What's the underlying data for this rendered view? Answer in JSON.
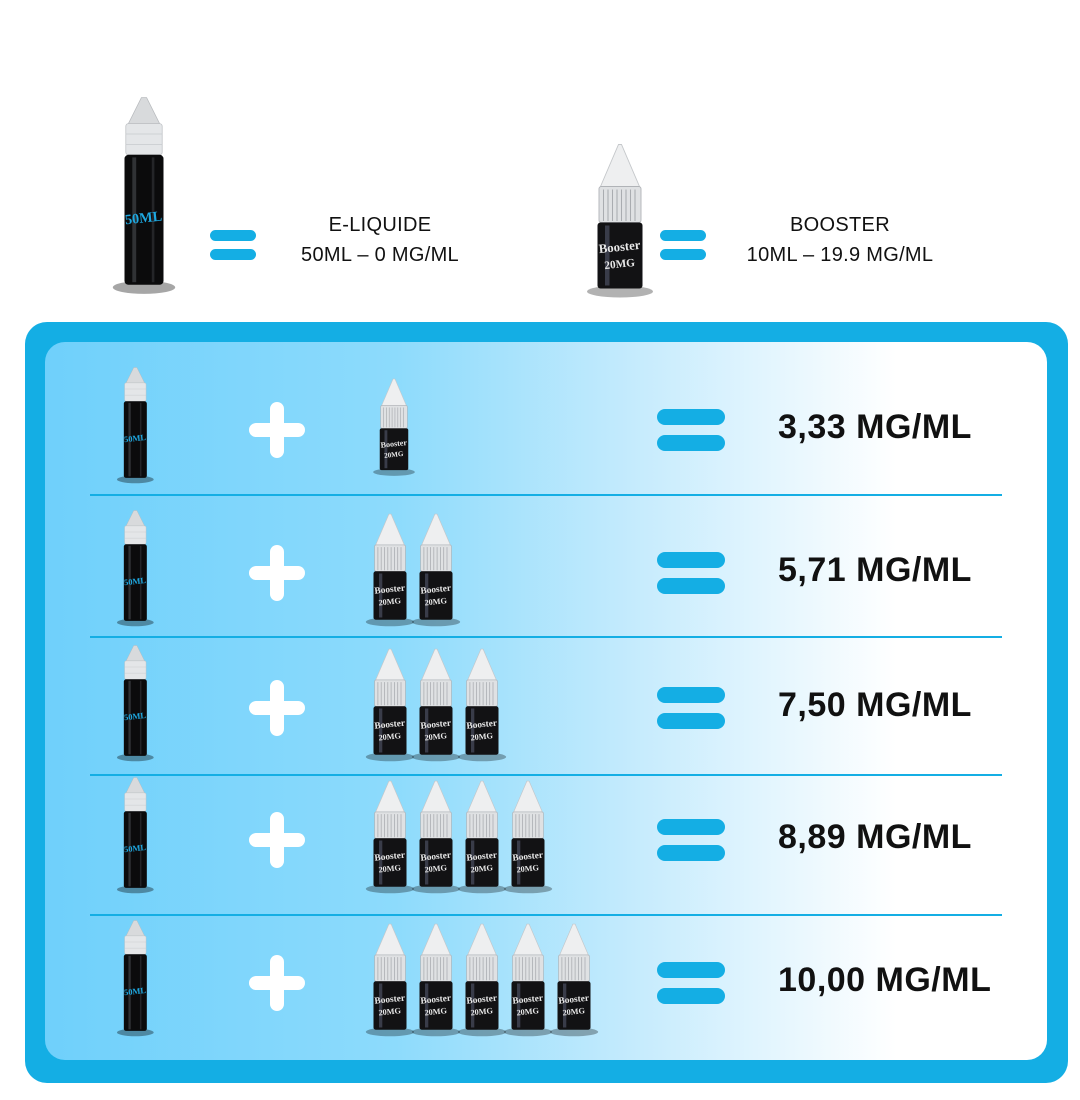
{
  "legend": [
    {
      "title": "E-LIQUIDE",
      "detail": "50ML – 0 MG/ML",
      "bottle_label": "50ML"
    },
    {
      "title": "BOOSTER",
      "detail": "10ML – 19.9 MG/ML",
      "bottle_label_1": "Booster",
      "bottle_label_2": "20MG"
    }
  ],
  "rows": [
    {
      "boosters": 1,
      "result": "3,33 MG/ML"
    },
    {
      "boosters": 2,
      "result": "5,71 MG/ML"
    },
    {
      "boosters": 3,
      "result": "7,50 MG/ML"
    },
    {
      "boosters": 4,
      "result": "8,89 MG/ML"
    },
    {
      "boosters": 5,
      "result": "10,00 MG/ML"
    }
  ],
  "colors": {
    "accent": "#14aee4",
    "panel_light": "#6fd0fb"
  }
}
